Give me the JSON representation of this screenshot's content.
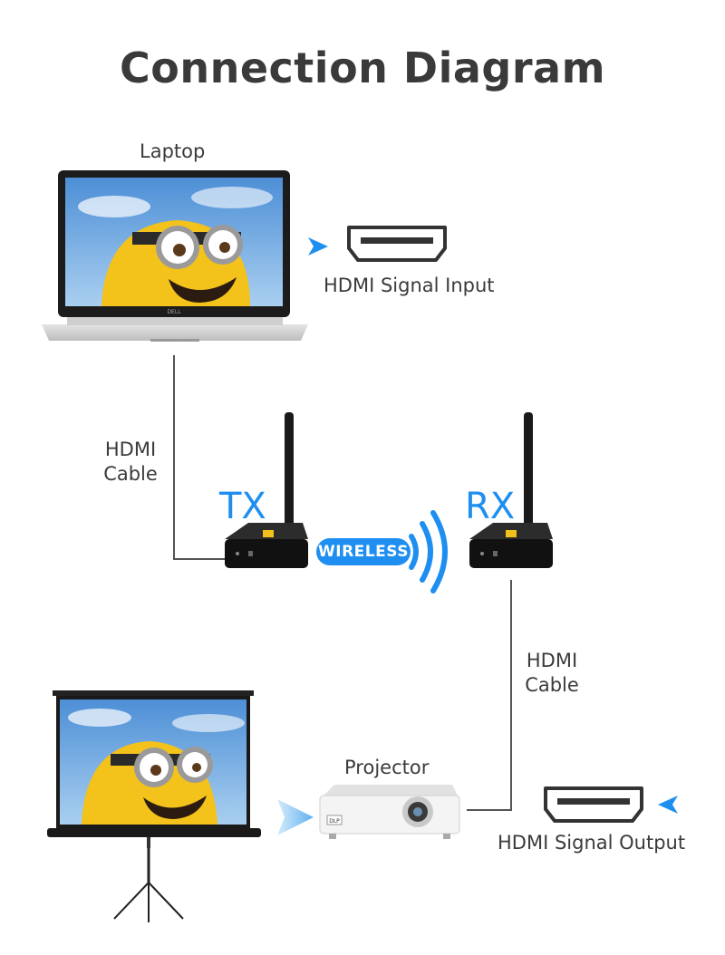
{
  "title": "Connection Diagram",
  "laptop": {
    "label": "Laptop",
    "brand": "DELL"
  },
  "hdmi_input": {
    "label": "HDMI Signal Input"
  },
  "hdmi_output": {
    "label": "HDMI Signal Output"
  },
  "cable_left": {
    "line1": "HDMI",
    "line2": "Cable"
  },
  "cable_right": {
    "line1": "HDMI",
    "line2": "Cable"
  },
  "tx": {
    "label": "TX"
  },
  "rx": {
    "label": "RX"
  },
  "wireless": {
    "label": "WIRELESS"
  },
  "projector": {
    "label": "Projector",
    "badge": "DLP"
  },
  "colors": {
    "accent": "#1e8ff0",
    "line": "#555555",
    "text": "#3b3b3b"
  }
}
